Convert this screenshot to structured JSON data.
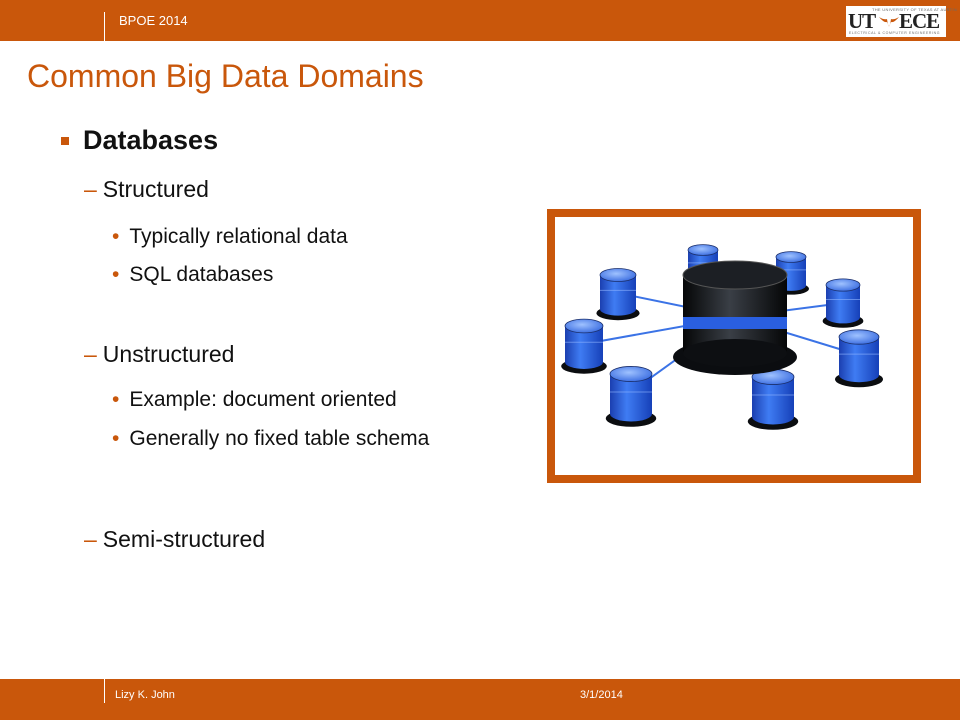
{
  "header": {
    "conference": "BPOE 2014",
    "logo": {
      "main_left": "UT",
      "main_right": "ECE",
      "tagline_top": "THE UNIVERSITY OF TEXAS AT AUSTIN",
      "tagline_bottom": "ELECTRICAL & COMPUTER ENGINEERING"
    }
  },
  "slide": {
    "title": "Common Big Data Domains",
    "bullet": "Databases",
    "sections": [
      {
        "label": "Structured",
        "items": [
          "Typically relational data",
          "SQL databases"
        ]
      },
      {
        "label": "Unstructured",
        "items": [
          "Example: document oriented",
          "Generally no fixed table schema"
        ]
      },
      {
        "label": "Semi-structured",
        "items": []
      }
    ]
  },
  "footer": {
    "author": "Lizy K. John",
    "date": "3/1/2014"
  },
  "colors": {
    "accent": "#c9570b",
    "db_blue": "#2a5fe0",
    "db_dark": "#111418"
  },
  "image": {
    "icon": "database-network-icon",
    "satellite_count": 9
  }
}
